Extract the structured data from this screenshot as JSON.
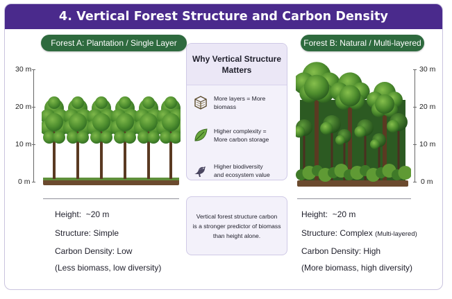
{
  "title": "4. Vertical Forest Structure and Carbon Density",
  "forest_a": {
    "label": "Forest A: Plantation / Single Layer",
    "axis": [
      "30 m",
      "20 m",
      "10 m",
      "0 m"
    ],
    "height_label": "Height:",
    "height_value": "~20 m",
    "structure_label": "Structure:",
    "structure_value": "Simple",
    "carbon_label": "Carbon Density:",
    "carbon_value": "Low",
    "note": "(Less biomass, low diversity)"
  },
  "forest_b": {
    "label": "Forest B: Natural / Multi-layered",
    "axis": [
      "30 m",
      "20 m",
      "10 m",
      "0 m"
    ],
    "height_label": "Height:",
    "height_value": "~20 m",
    "structure_label": "Structure:",
    "structure_value": "Complex",
    "structure_note": "(Multi-layered)",
    "carbon_label": "Carbon Density:",
    "carbon_value": "High",
    "note": "(More biomass, high diversity)"
  },
  "why": {
    "title_line1": "Why Vertical Structure",
    "title_line2": "Matters",
    "items": [
      {
        "icon": "layers-cube-icon",
        "text_line1": "More layers = More biomass",
        "text_line2": ""
      },
      {
        "icon": "leaf-icon",
        "text_line1": "Higher complexity =",
        "text_line2": "More carbon storage"
      },
      {
        "icon": "bird-icon",
        "text_line1": "Higher biodiversity",
        "text_line2": "and ecosystem value"
      }
    ]
  },
  "conclusion": {
    "line1": "Vertical forest structure carbon",
    "line2": "is a stronger predictor of biomass",
    "line3": "than height alone."
  },
  "colors": {
    "header": "#4a2a8c",
    "pill": "#2e6a3e",
    "panel": "#f3f1fa",
    "foliage_dark": "#2f6b2a",
    "foliage_light": "#6aa83e",
    "trunk": "#5a3a22",
    "soil": "#6b4a2e"
  }
}
